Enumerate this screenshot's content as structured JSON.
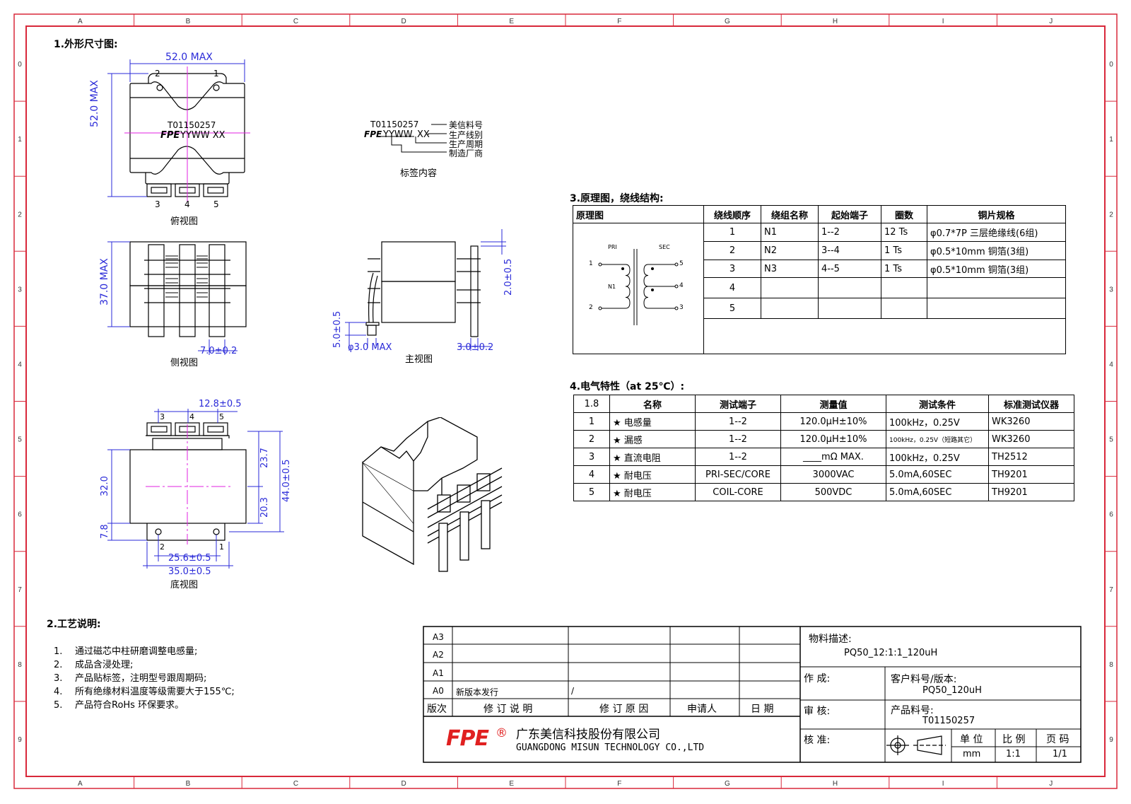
{
  "frame": {
    "col_letters": [
      "A",
      "B",
      "C",
      "D",
      "E",
      "F",
      "G",
      "H",
      "I",
      "J"
    ],
    "row_numbers": [
      "0",
      "1",
      "2",
      "3",
      "4",
      "5",
      "6",
      "7",
      "8",
      "9"
    ],
    "border_color": "#d8283a"
  },
  "section1": {
    "title": "1.外形尺寸图:",
    "top_view": {
      "dim_width": "52.0 MAX",
      "dim_height": "52.0 MAX",
      "pins_top": [
        "2",
        "1"
      ],
      "pins_bottom": [
        "3",
        "4",
        "5"
      ],
      "label_line1": "T01150257",
      "label_logo": "FPE",
      "label_line2": "YYWW XX",
      "caption": "俯视图"
    },
    "label_content": {
      "line1": "T01150257",
      "logo": "FPE",
      "code": "YYWW",
      "suffix": "XX",
      "notes": [
        "美信料号",
        "生产线别",
        "生产周期",
        "制造厂商"
      ],
      "caption": "标签内容"
    },
    "side_view": {
      "dim_height": "37.0 MAX",
      "dim_pin": "7.0±0.2",
      "caption": "侧视图"
    },
    "front_view": {
      "dim_standoff": "5.0±0.5",
      "dim_pin_dia": "φ3.0 MAX",
      "dim_right": "2.0±0.5",
      "dim_pin_w": "3.0±0.2",
      "caption": "主视图"
    },
    "bottom_view": {
      "dim_top": "12.8±0.5",
      "pins_top": [
        "3",
        "4",
        "5"
      ],
      "dim_left": "32.0",
      "dim_left2": "7.8",
      "dim_r1": "23.7",
      "dim_r2": "20.3",
      "dim_r3": "44.0±0.5",
      "pins_bottom": [
        "2",
        "1"
      ],
      "dim_b1": "25.6±0.5",
      "dim_b2": "35.0±0.5",
      "caption": "底视图"
    }
  },
  "section2": {
    "title": "2.工艺说明:",
    "items": [
      {
        "n": "1.",
        "t": "通过磁芯中柱研磨调整电感量;"
      },
      {
        "n": "2.",
        "t": "成品含浸处理;"
      },
      {
        "n": "3.",
        "t": "产品贴标签，注明型号跟周期码;"
      },
      {
        "n": "4.",
        "t": "所有绝缘材料温度等级需要大于155℃;"
      },
      {
        "n": "5.",
        "t": "产品符合RoHs 环保要求。"
      }
    ]
  },
  "section3": {
    "title": "3.原理图，绕线结构:",
    "headers": [
      "原理图",
      "绕线顺序",
      "绕组名称",
      "起始端子",
      "圈数",
      "铜片规格"
    ],
    "schematic": {
      "pri": "PRI",
      "sec": "SEC",
      "n1": "N1",
      "p1": "1",
      "p2": "2",
      "s5": "5",
      "s4": "4",
      "s3": "3"
    },
    "rows": [
      [
        "1",
        "N1",
        "1--2",
        "12 Ts",
        "φ0.7*7P 三层绝缘线(6组)"
      ],
      [
        "2",
        "N2",
        "3--4",
        "1 Ts",
        "φ0.5*10mm 铜箔(3组)"
      ],
      [
        "3",
        "N3",
        "4--5",
        "1 Ts",
        "φ0.5*10mm 铜箔(3组)"
      ],
      [
        "4",
        "",
        "",
        "",
        ""
      ],
      [
        "5",
        "",
        "",
        "",
        ""
      ]
    ]
  },
  "section4": {
    "title": "4.电气特性（at 25℃）:",
    "headers": [
      "1.8",
      "名称",
      "测试端子",
      "测量值",
      "测试条件",
      "标准测试仪器"
    ],
    "rows": [
      [
        "1",
        "★ 电感量",
        "1--2",
        "120.0μH±10%",
        "100kHz，0.25V",
        "WK3260"
      ],
      [
        "2",
        "★ 漏感",
        "1--2",
        "120.0μH±10%",
        "100kHz，0.25V（短路其它）",
        "WK3260"
      ],
      [
        "3",
        "★ 直流电阻",
        "1--2",
        "____mΩ MAX.",
        "100kHz，0.25V",
        "TH2512"
      ],
      [
        "4",
        "★ 耐电压",
        "PRI-SEC/CORE",
        "3000VAC",
        "5.0mA,60SEC",
        "TH9201"
      ],
      [
        "5",
        "★ 耐电压",
        "COIL-CORE",
        "500VDC",
        "5.0mA,60SEC",
        "TH9201"
      ]
    ]
  },
  "title_block": {
    "rev_rows": [
      "A3",
      "A2",
      "A1",
      "A0"
    ],
    "a0_desc": "新版本发行",
    "a0_reason": "/",
    "header_cells": [
      "版次",
      "修 订 说 明",
      "修 订 原 因",
      "申请人",
      "日 期"
    ],
    "material_desc_label": "物料描述:",
    "material_desc": "PQ50_12:1:1_120uH",
    "made_by": "作 成:",
    "reviewed": "审 核:",
    "approved": "核 准:",
    "customer_pn_label": "客户料号/版本:",
    "customer_pn": "PQ50_120uH",
    "product_pn_label": "产品料号:",
    "product_pn": "T01150257",
    "unit_label": "单 位",
    "unit": "mm",
    "scale_label": "比 例",
    "scale": "1:1",
    "page_label": "页 码",
    "page": "1/1",
    "logo_text": "FPE",
    "logo_mark": "®",
    "company_cn": "广东美信科技股份有限公司",
    "company_en": "GUANGDONG MISUN TECHNOLOGY CO.,LTD",
    "logo_color": "#e02020"
  }
}
